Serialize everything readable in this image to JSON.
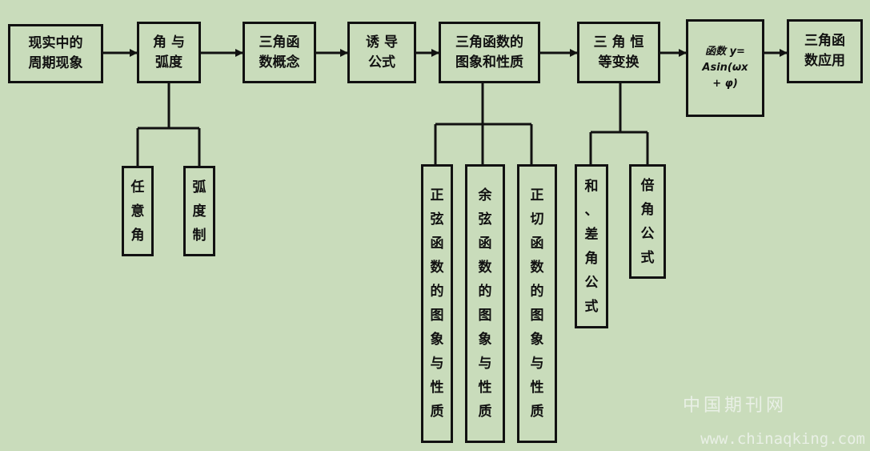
{
  "colors": {
    "background": "#c9dcbb",
    "line": "#111111",
    "watermark": "#e9f0e6"
  },
  "main_flow": [
    {
      "id": "real",
      "lines": [
        "现实中的",
        "周期现象"
      ]
    },
    {
      "id": "angle",
      "lines": [
        "角 与",
        "弧度"
      ]
    },
    {
      "id": "concept",
      "lines": [
        "三角函",
        "数概念"
      ]
    },
    {
      "id": "induction",
      "lines": [
        "诱 导",
        "公式"
      ]
    },
    {
      "id": "graph",
      "lines": [
        "三角函数的",
        "图象和性质"
      ]
    },
    {
      "id": "identity",
      "lines": [
        "三 角 恒",
        "等变换"
      ]
    },
    {
      "id": "asin",
      "lines": [
        "函数 y=",
        "Asin(ωx",
        "+ φ)"
      ]
    },
    {
      "id": "application",
      "lines": [
        "三角函",
        "数应用"
      ]
    }
  ],
  "sub_items": [
    {
      "id": "any-angle",
      "parent": "angle",
      "lines": [
        "任",
        "意",
        "角"
      ]
    },
    {
      "id": "radian",
      "parent": "angle",
      "lines": [
        "弧",
        "度",
        "制"
      ]
    },
    {
      "id": "sine",
      "parent": "graph",
      "lines": [
        "正",
        "弦",
        "函",
        "数",
        "的",
        "图",
        "象",
        "与",
        "性",
        "质"
      ]
    },
    {
      "id": "cosine",
      "parent": "graph",
      "lines": [
        "余",
        "弦",
        "函",
        "数",
        "的",
        "图",
        "象",
        "与",
        "性",
        "质"
      ]
    },
    {
      "id": "tangent",
      "parent": "graph",
      "lines": [
        "正",
        "切",
        "函",
        "数",
        "的",
        "图",
        "象",
        "与",
        "性",
        "质"
      ]
    },
    {
      "id": "sum-diff",
      "parent": "identity",
      "lines": [
        "和",
        "、",
        "差",
        "角",
        "公",
        "式"
      ]
    },
    {
      "id": "double",
      "parent": "identity",
      "lines": [
        "倍",
        "角",
        "公",
        "式"
      ]
    }
  ],
  "watermark": {
    "site_cn": "中国期刊网",
    "url": "www.chinaqking.com"
  }
}
